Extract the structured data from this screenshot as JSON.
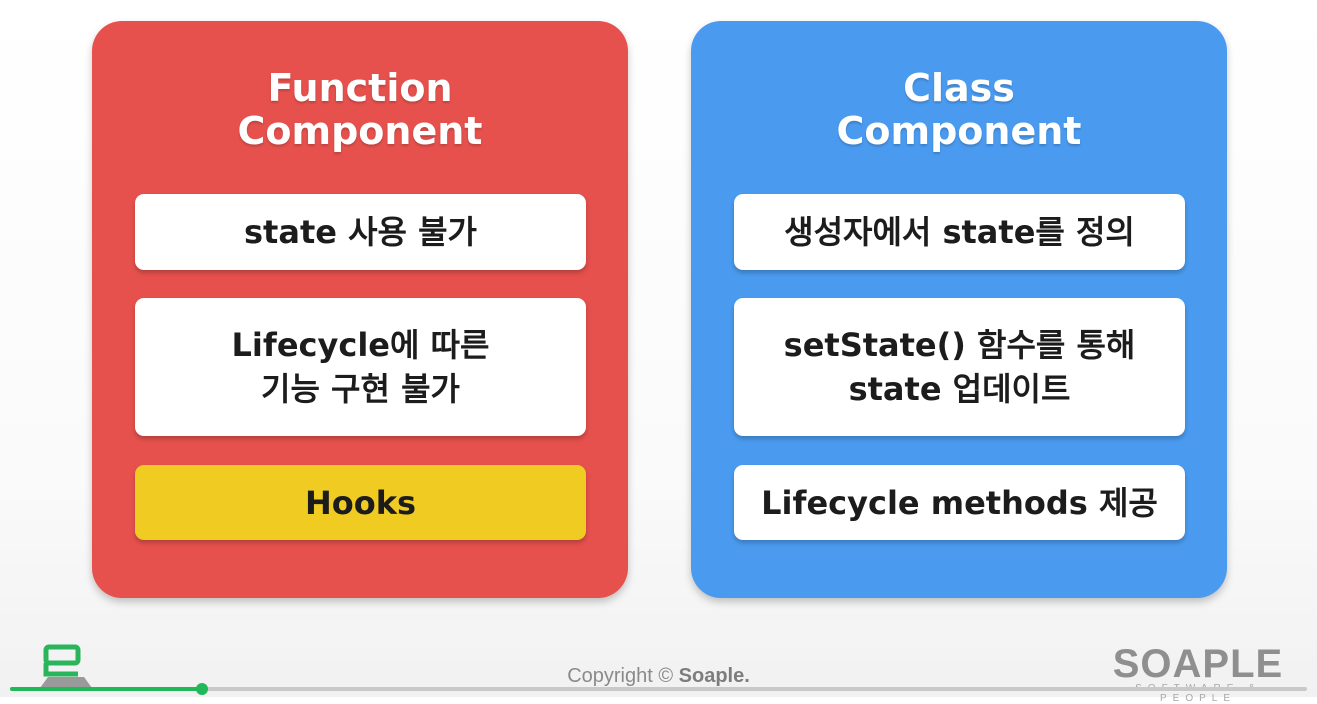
{
  "function_panel": {
    "title": "Function\nComponent",
    "color": "#e6514d",
    "items": [
      "state 사용 불가",
      "Lifecycle에 따른\n기능 구현 불가",
      "Hooks"
    ],
    "highlight_color": "#f0cb22"
  },
  "class_panel": {
    "title": "Class\nComponent",
    "color": "#4a9bf0",
    "items": [
      "생성자에서 state를 정의",
      "setState() 함수를 통해\nstate 업데이트",
      "Lifecycle methods 제공"
    ]
  },
  "footer": {
    "copyright_prefix": "Copyright ©",
    "copyright_brand": "Soaple.",
    "logo_word": "SOAPLE",
    "logo_tagline": "SOFTWARE & PEOPLE",
    "left_logo_icon": "soaple-mark-icon"
  },
  "player": {
    "progress": 0.148,
    "accent_color": "#21b85a"
  }
}
